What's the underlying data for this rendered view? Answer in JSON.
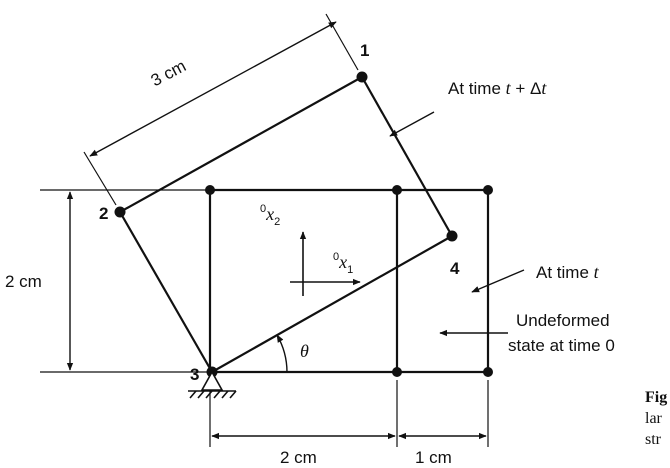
{
  "labels": {
    "dim_top": "3 cm",
    "dim_left": "2 cm",
    "dim_bottom_left": "2 cm",
    "dim_bottom_right": "1 cm",
    "time_dt_prefix": "At time ",
    "time_dt_t": "t",
    "time_dt_op": " + Δ",
    "time_dt_t2": "t",
    "time_t_prefix": "At time ",
    "time_t_t": "t",
    "undeformed_1": "Undeformed",
    "undeformed_2": "state at time 0",
    "theta": "θ"
  },
  "nodes": {
    "n1": "1",
    "n2": "2",
    "n3": "3",
    "n4": "4"
  },
  "axes": {
    "x2_super": "0",
    "x2_var": "x",
    "x2_sub": "2",
    "x1_super": "0",
    "x1_var": "x",
    "x1_sub": "1"
  },
  "caption": {
    "fig": "Fig",
    "line2": "lar",
    "line3": "str"
  },
  "colors": {
    "ink": "#111111",
    "background": "#ffffff"
  }
}
